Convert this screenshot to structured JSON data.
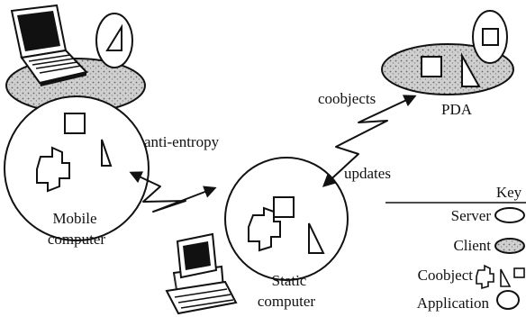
{
  "diagram": {
    "nodes": {
      "mobile": {
        "label_line1": "Mobile",
        "label_line2": "computer"
      },
      "static": {
        "label_line1": "Static",
        "label_line2": "computer"
      },
      "pda": {
        "label": "PDA"
      }
    },
    "edges": {
      "anti_entropy": "anti-entropy",
      "coobjects": "coobjects",
      "updates": "updates"
    },
    "key": {
      "title": "Key",
      "server": "Server",
      "client": "Client",
      "coobject": "Coobject",
      "application": "Application"
    }
  }
}
